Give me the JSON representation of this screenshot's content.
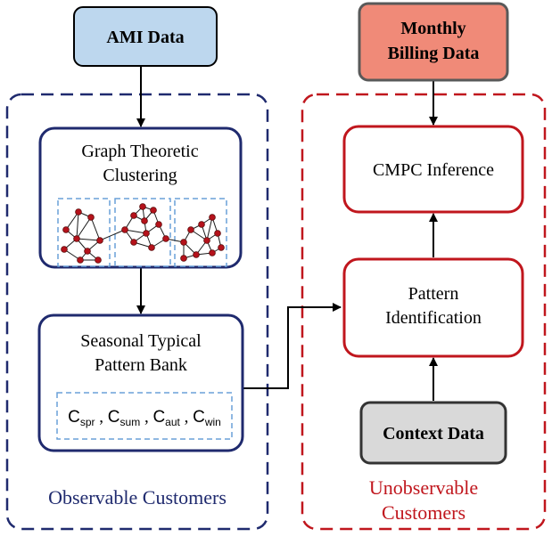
{
  "colors": {
    "navy": "#1f2a6e",
    "red": "#c0161d",
    "ami_fill": "#bdd7ee",
    "billing_fill": "#f08a78",
    "context_fill": "#d9d9d9",
    "cluster_dash": "#6aa0d8",
    "node_fill": "#b5121b"
  },
  "nodes": {
    "ami_data": "AMI Data",
    "monthly_billing_line1": "Monthly",
    "monthly_billing_line2": "Billing Data",
    "graph_clustering_line1": "Graph Theoretic",
    "graph_clustering_line2": "Clustering",
    "pattern_bank_line1": "Seasonal Typical",
    "pattern_bank_line2": "Pattern Bank",
    "cmpc_inference": "CMPC Inference",
    "pattern_identification_line1": "Pattern",
    "pattern_identification_line2": "Identification",
    "context_data": "Context Data"
  },
  "seasonal_patterns": [
    {
      "base": "C",
      "sub": "spr"
    },
    {
      "base": "C",
      "sub": "sum"
    },
    {
      "base": "C",
      "sub": "aut"
    },
    {
      "base": "C",
      "sub": "win"
    }
  ],
  "regions": {
    "observable": "Observable Customers",
    "unobservable_line1": "Unobservable",
    "unobservable_line2": "Customers"
  }
}
